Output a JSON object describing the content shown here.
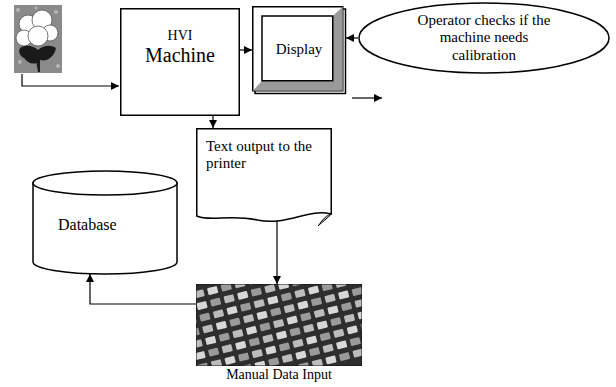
{
  "diagram": {
    "nodes": [
      {
        "text": [
          "HVI",
          "Machine"
        ]
      },
      {
        "text": [
          "Display"
        ]
      },
      {
        "text": [
          "Operator checks if the machine needs calibration"
        ]
      },
      {
        "text": [
          "Text output to the printer"
        ]
      },
      {
        "text": [
          "Database"
        ]
      },
      {
        "text": [
          "Manual Data Input"
        ]
      }
    ],
    "edges": [
      {
        "from": 0,
        "to": 1,
        "arrow": "to"
      },
      {
        "from": 2,
        "to": 1,
        "arrow": "to"
      },
      {
        "from": 0,
        "to": 3,
        "arrow": "to"
      },
      {
        "from": 3,
        "to": 5,
        "arrow": "to"
      },
      {
        "from": 5,
        "to": 4,
        "arrow": "to"
      }
    ]
  }
}
